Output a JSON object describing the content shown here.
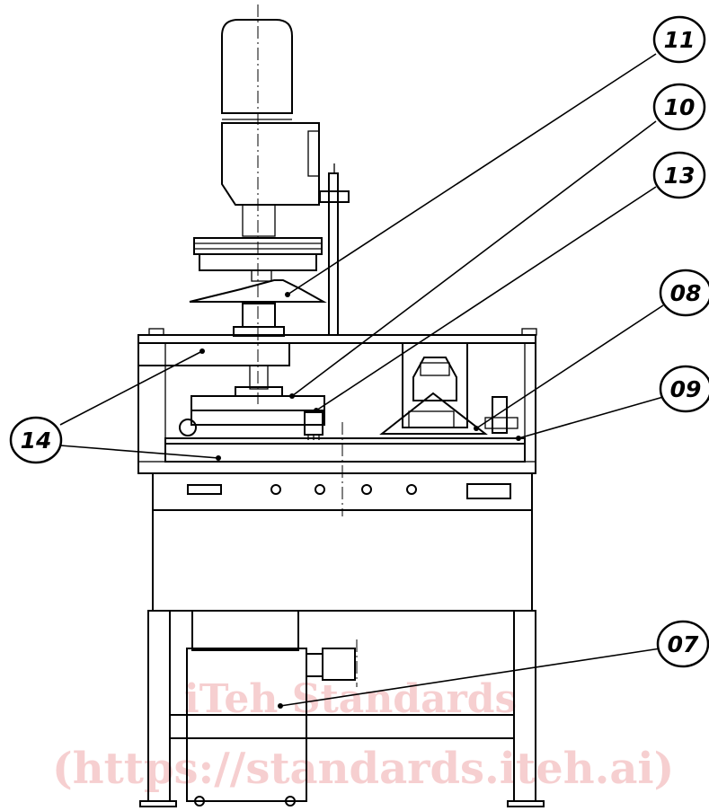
{
  "callouts": [
    {
      "id": "07",
      "label": "07"
    },
    {
      "id": "08",
      "label": "08"
    },
    {
      "id": "09",
      "label": "09"
    },
    {
      "id": "10",
      "label": "10"
    },
    {
      "id": "11",
      "label": "11"
    },
    {
      "id": "13",
      "label": "13"
    },
    {
      "id": "14",
      "label": "14"
    }
  ],
  "watermark": {
    "line1": "iTeh Standards",
    "line2": "(https://standards.iteh.ai)"
  }
}
